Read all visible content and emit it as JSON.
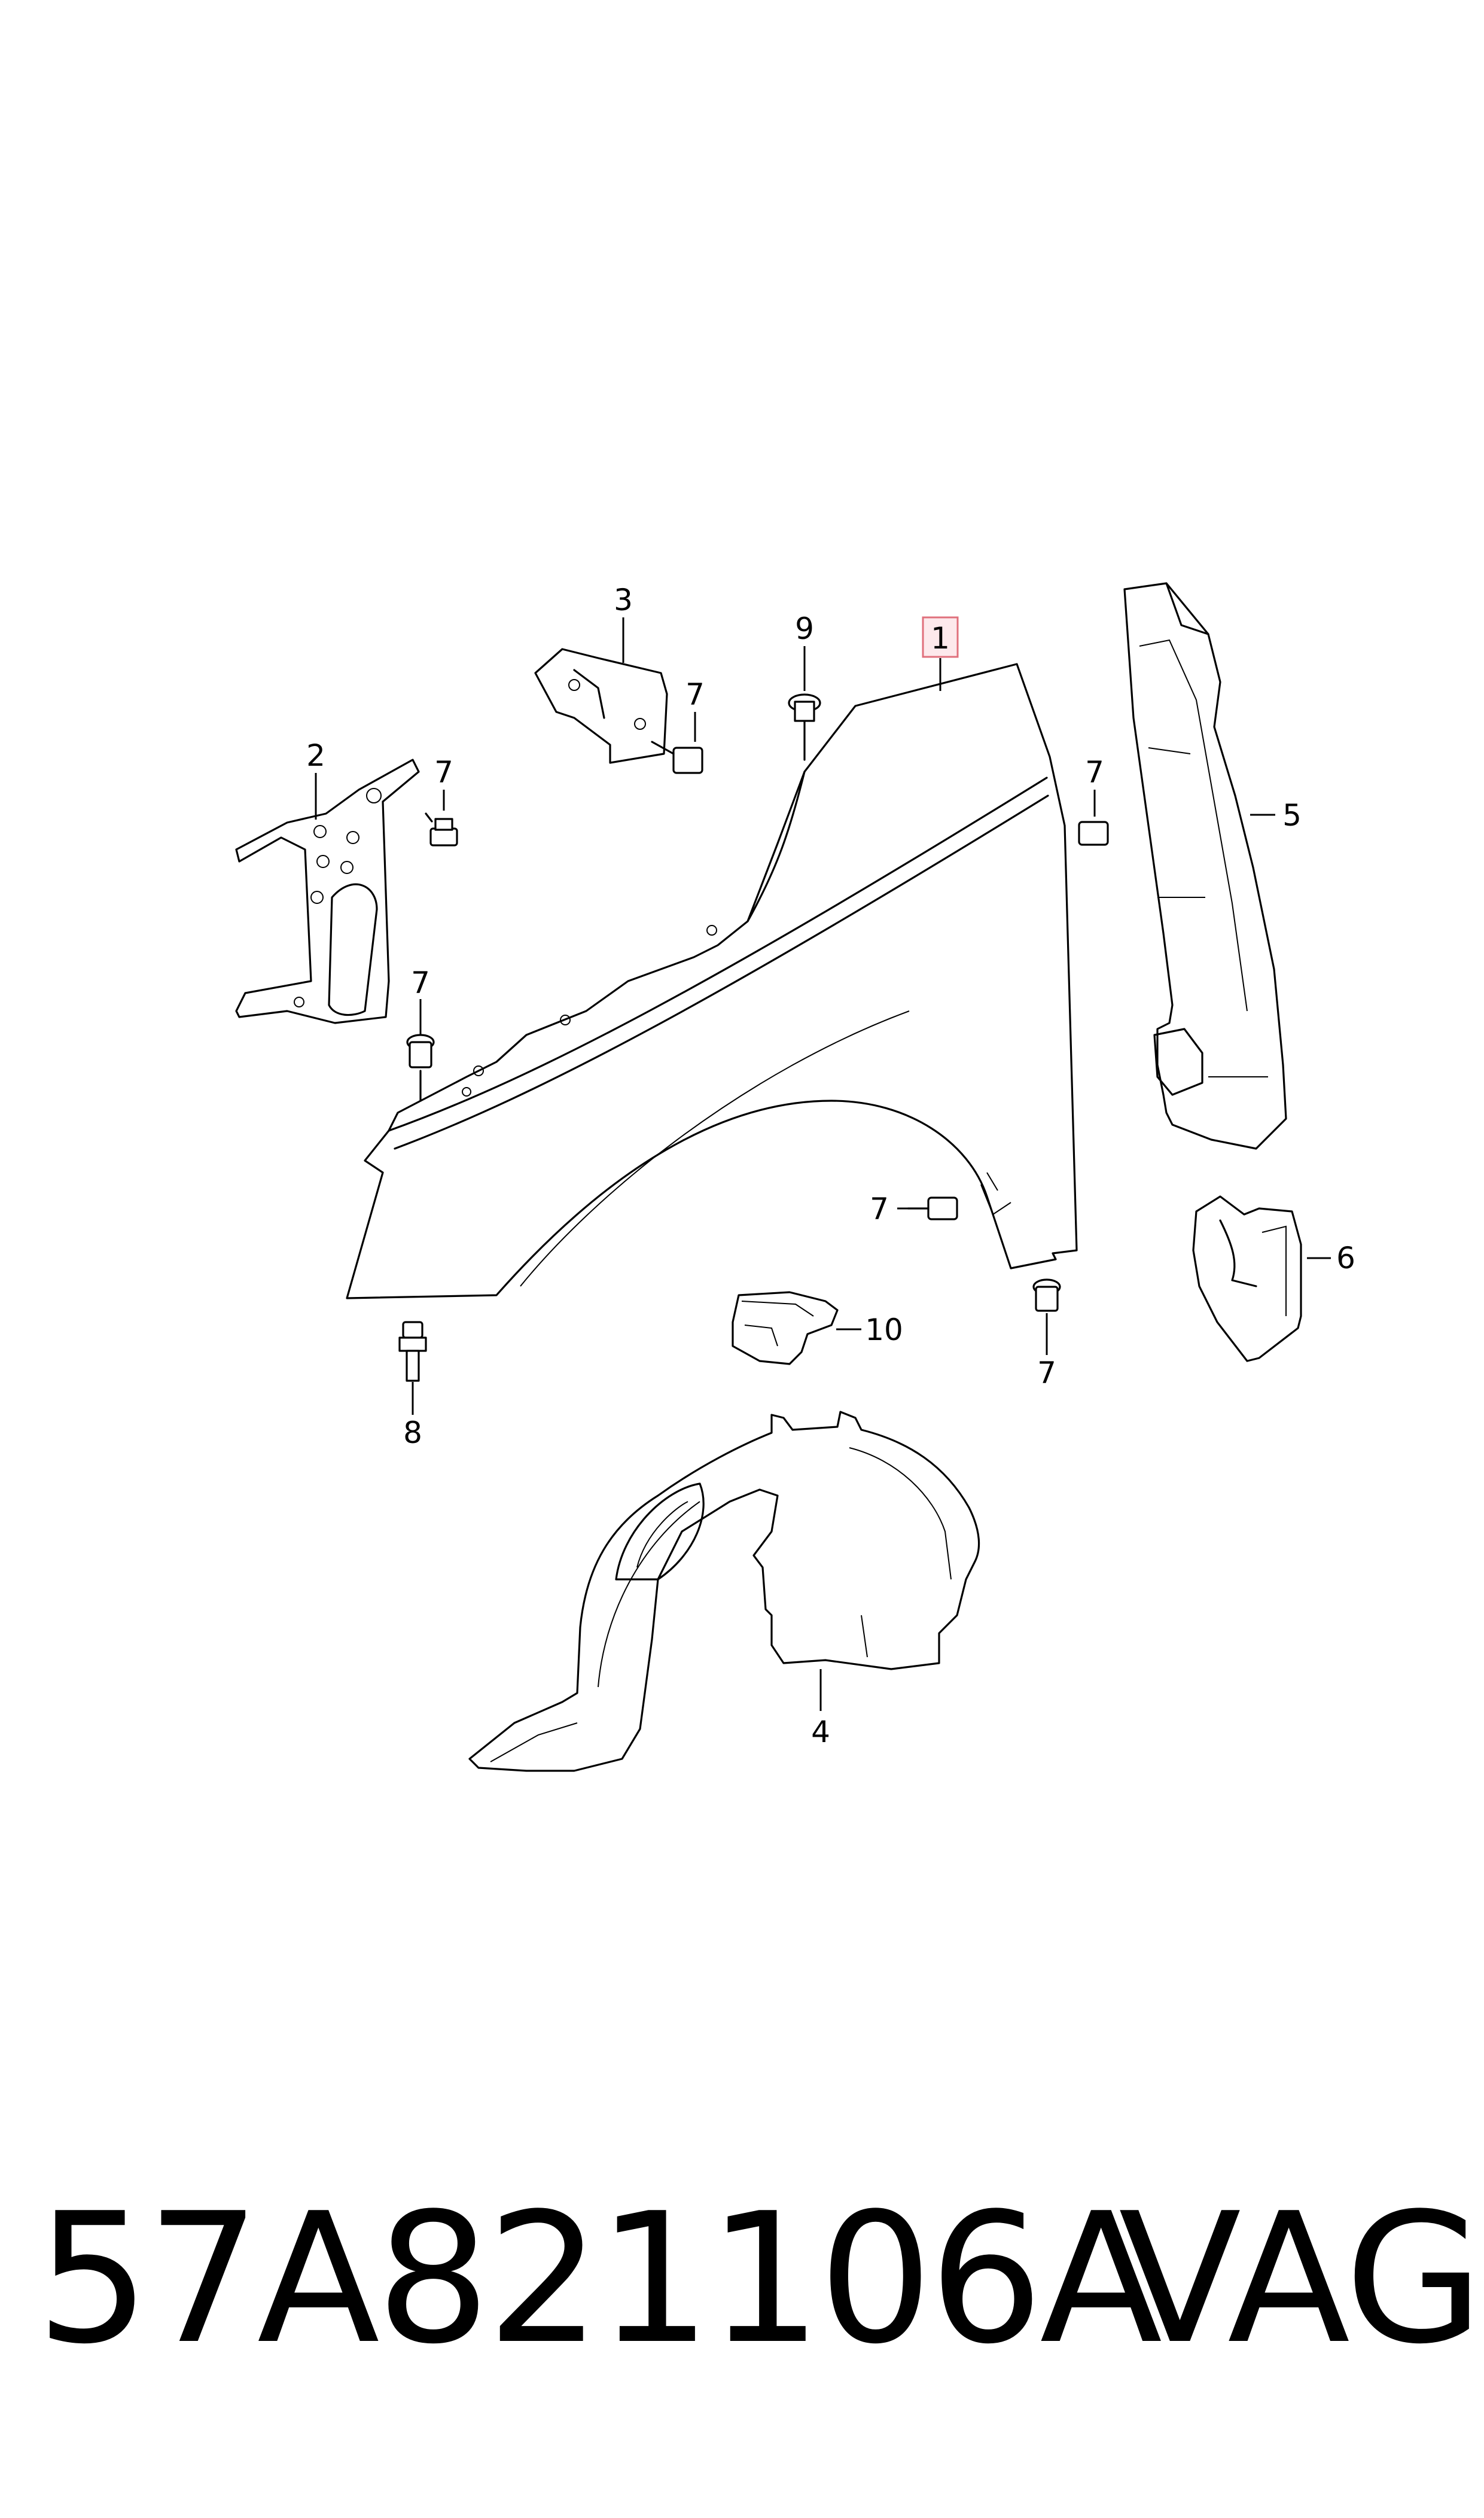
{
  "callouts": {
    "c1": "1",
    "c2": "2",
    "c3": "3",
    "c4": "4",
    "c5": "5",
    "c6": "6",
    "c7a": "7",
    "c7b": "7",
    "c7c": "7",
    "c7d": "7",
    "c7e": "7",
    "c7f": "7",
    "c8": "8",
    "c9": "9",
    "c10": "10"
  },
  "highlight": {
    "callout": "1",
    "color": "#e0707c",
    "fill": "#fde9ec"
  },
  "footer": {
    "part_number": "57A821106A",
    "brand": "VAG"
  }
}
